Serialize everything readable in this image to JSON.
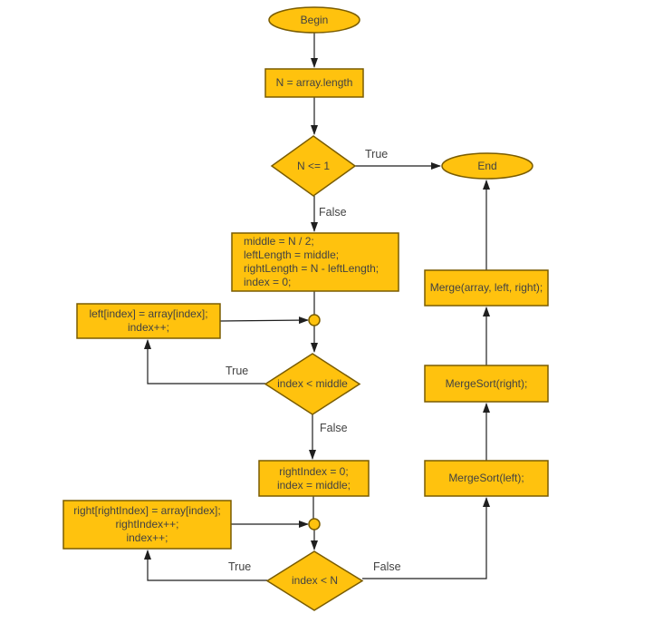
{
  "colors": {
    "node_fill": "#FFC20E",
    "node_stroke": "#7A5C00",
    "edge": "#1F1F1F",
    "text": "#424242",
    "background": "#FFFFFF"
  },
  "nodes": {
    "begin": "Begin",
    "read_length": "N = array.length",
    "check_n": "N <= 1",
    "end": "End",
    "init": "middle = N / 2;\nleftLength = middle;\nrightLength = N - leftLength;\nindex = 0;",
    "copy_left": "left[index] = array[index];\nindex++;",
    "check_index_middle": "index < middle",
    "init_right": "rightIndex = 0;\nindex = middle;",
    "copy_right": "right[rightIndex] = array[index];\nrightIndex++;\nindex++;",
    "check_index_n": "index < N",
    "mergesort_left": "MergeSort(left);",
    "mergesort_right": "MergeSort(right);",
    "merge": "Merge(array, left, right);"
  },
  "edge_labels": {
    "check_n_true": "True",
    "check_n_false": "False",
    "check_index_middle_true": "True",
    "check_index_middle_false": "False",
    "check_index_n_true": "True",
    "check_index_n_false": "False"
  }
}
